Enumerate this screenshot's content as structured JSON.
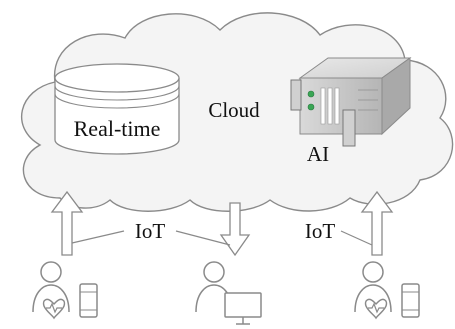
{
  "labels": {
    "cloud": "Cloud",
    "realtime": "Real-time",
    "ai": "AI",
    "iot_left": "IoT",
    "iot_right": "IoT"
  },
  "icons": {
    "database": "database-cylinder-icon",
    "server": "rack-server-icon",
    "user_left": "user-with-heart-and-phone-icon",
    "user_center": "user-with-computer-icon",
    "user_right": "user-with-heart-and-phone-icon"
  },
  "colors": {
    "stroke": "#8a8a8a",
    "cloud_fill": "#f4f4f4",
    "server_body": "#cfcfcf",
    "server_led": "#3aa655"
  }
}
